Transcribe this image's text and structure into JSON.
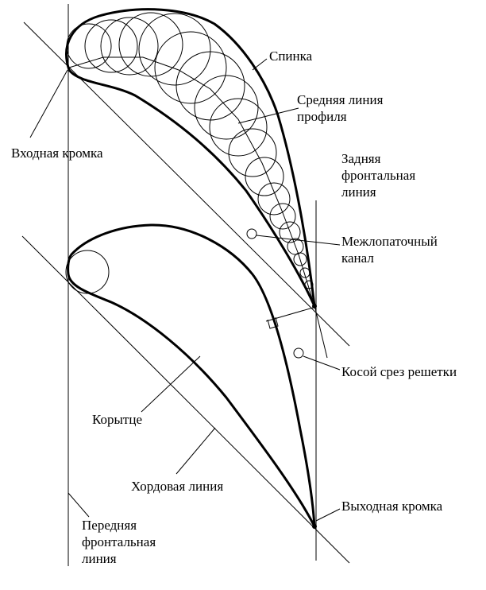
{
  "labels": {
    "back": "Спинка",
    "mean_line": [
      "Средняя линия",
      "профиля"
    ],
    "inlet_edge": "Входная кромка",
    "rear_front_line": [
      "Задняя",
      "фронтальная",
      "линия"
    ],
    "channel": [
      "Межлопаточный",
      "канал"
    ],
    "oblique_cut": "Косой срез решетки",
    "trough": "Корытце",
    "chord_line": "Хордовая линия",
    "outlet_edge": "Выходная кромка",
    "front_front_line": [
      "Передняя",
      "фронтальная",
      "линия"
    ]
  }
}
